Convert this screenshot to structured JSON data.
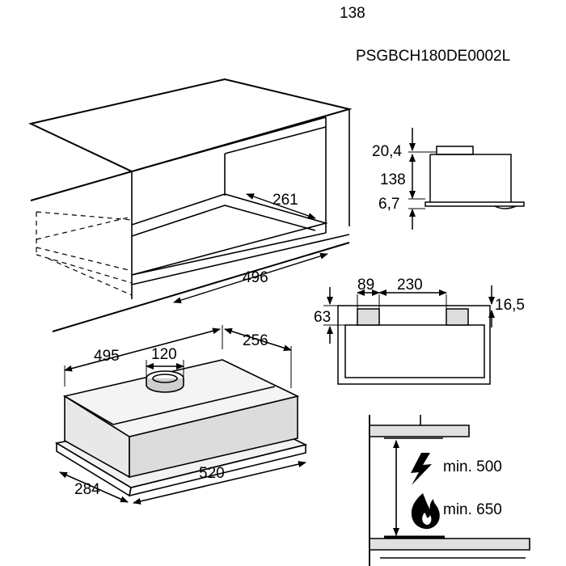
{
  "header": {
    "height_mm": "138",
    "model": "PSGBCH180DE0002L"
  },
  "cabinet_view": {
    "depth_label": "261",
    "width_label": "496"
  },
  "side_view": {
    "top_label": "20,4",
    "height_label": "138",
    "bottom_label": "6,7"
  },
  "front_view": {
    "left_label": "89",
    "spacing_label": "230",
    "right_label": "16,5",
    "height_label": "63"
  },
  "hood_view": {
    "depth_label": "495",
    "outlet_label": "120",
    "width_label": "256",
    "front_width_label": "520",
    "side_label": "284"
  },
  "clearance": {
    "electric_label": "min. 500",
    "gas_label": "min. 650",
    "electric_icon": "lightning-icon",
    "gas_icon": "flame-icon"
  }
}
